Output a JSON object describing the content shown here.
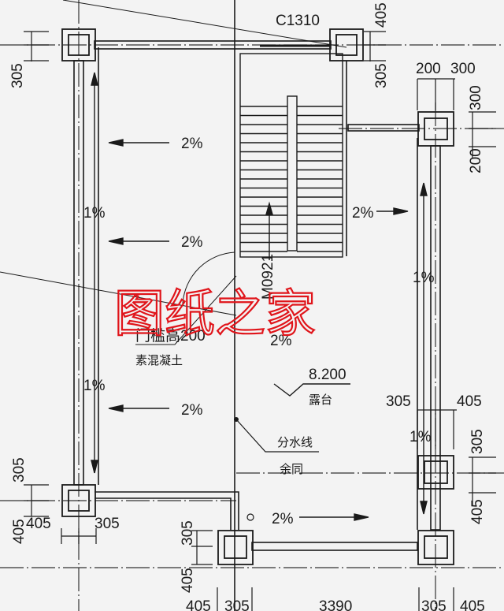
{
  "window_label": "C1310",
  "door_label": "M0921",
  "watermark": "图纸之家",
  "slopes": {
    "top_left": "2%",
    "mid_left": "2%",
    "lower_left": "2%",
    "stair_right": "2%",
    "center": "2%",
    "bottom": "2%"
  },
  "falls": {
    "left_upper": "1%",
    "left_lower": "1%",
    "right_upper": "1%",
    "right_lower": "1%"
  },
  "notes": {
    "threshold": "门槛高200",
    "concrete": "素混凝土",
    "elevation": "8.200",
    "terrace": "露台",
    "ridge": "分水线",
    "same_elsewhere": "余同"
  },
  "dims": {
    "top_left_305": "305",
    "top_mid_405": "405",
    "top_mid_305": "305",
    "top_right_200": "200",
    "top_right_300": "300",
    "right_v_300": "300",
    "right_v_200": "200",
    "right_305": "305",
    "right_405": "405",
    "right_v_305": "305",
    "right_v_405": "405",
    "left_v_305": "305",
    "left_v_405": "405",
    "left_h_405": "405",
    "left_h_305": "305",
    "bottom_v_305": "305",
    "bottom_v_405": "405",
    "bottom_row": [
      "405",
      "305",
      "3390",
      "305",
      "405"
    ]
  }
}
